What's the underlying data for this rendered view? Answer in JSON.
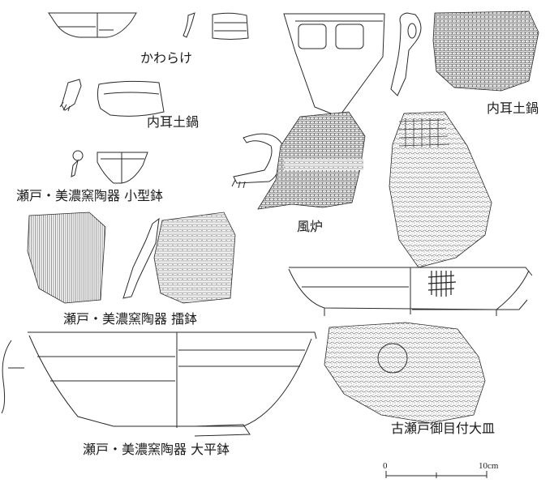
{
  "figure": {
    "captions": {
      "kawarake": "かわらけ",
      "naiji_nabe_left": "内耳土鍋",
      "naiji_nabe_right": "内耳土鍋",
      "small_bowl": "瀬戸・美濃窯陶器 小型鉢",
      "furo": "風炉",
      "suribachi": "瀬戸・美濃窯陶器 擂鉢",
      "large_bowl": "瀬戸・美濃窯陶器 大平鉢",
      "large_plate": "古瀬戸御目付大皿"
    },
    "scale_bar": {
      "start_label": "0",
      "end_label": "10cm"
    },
    "colors": {
      "line": "#2a2a2a",
      "texture": "#555555"
    }
  }
}
